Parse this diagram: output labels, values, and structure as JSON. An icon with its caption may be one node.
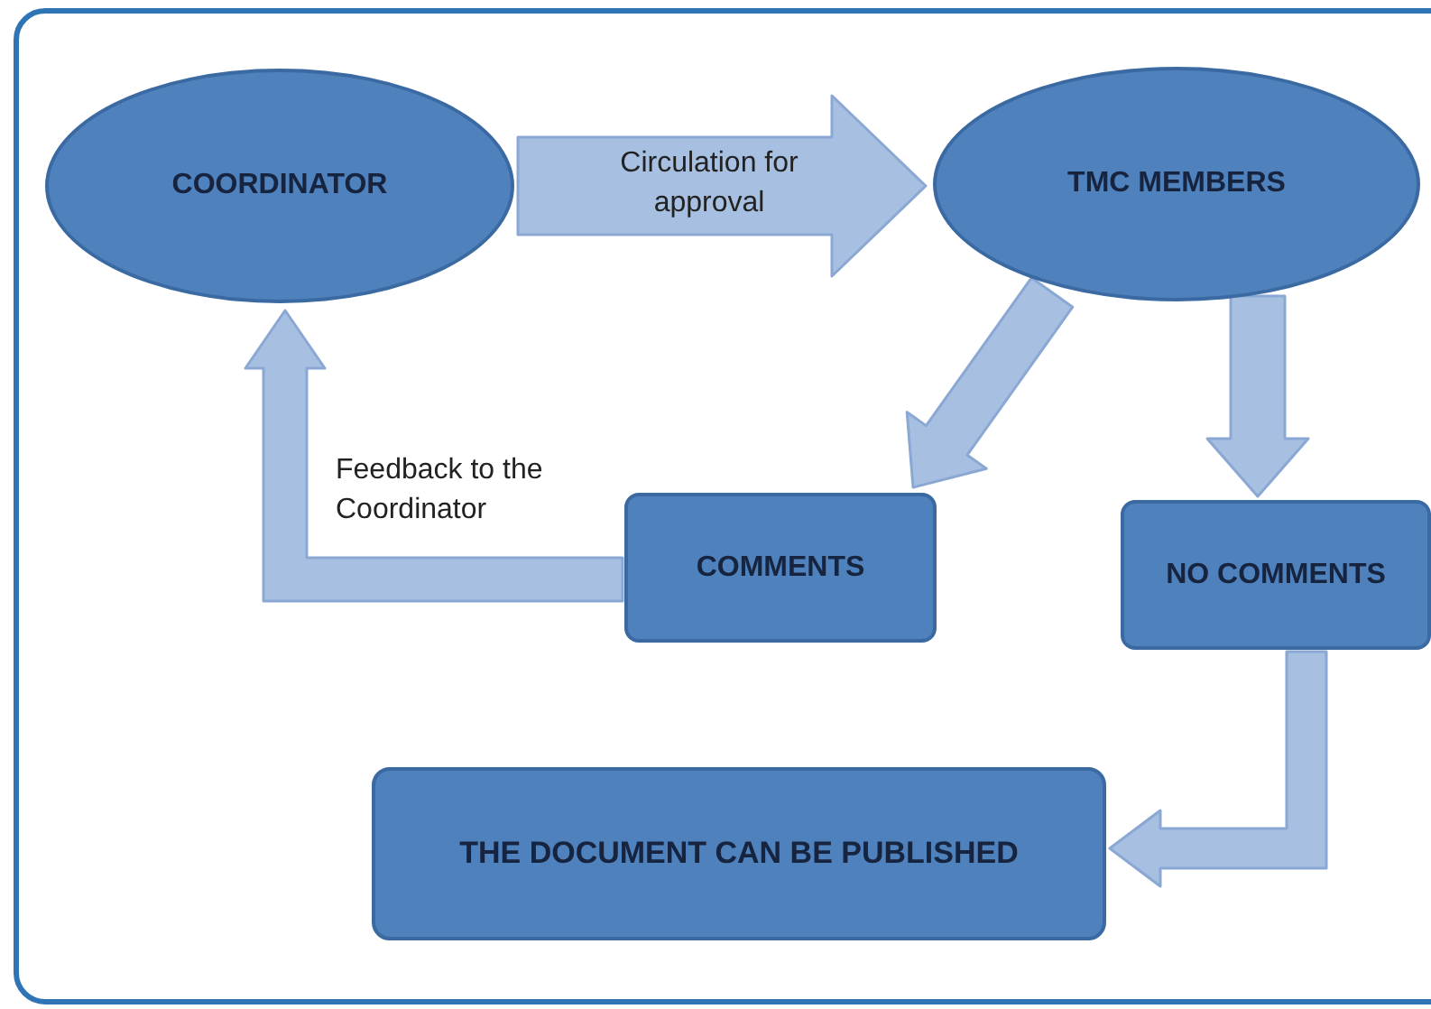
{
  "diagram": {
    "nodes": [
      {
        "text": [
          "COORDINATOR"
        ]
      },
      {
        "text": [
          "TMC MEMBERS"
        ]
      },
      {
        "text": [
          "COMMENTS"
        ]
      },
      {
        "text": [
          "NO COMMENTS"
        ]
      },
      {
        "text": [
          "THE DOCUMENT CAN BE PUBLISHED"
        ]
      }
    ],
    "edges": [
      {
        "from": 0,
        "to": 1,
        "arrow": "to",
        "label": "Circulation for approval"
      },
      {
        "from": 1,
        "to": 2,
        "arrow": "to"
      },
      {
        "from": 1,
        "to": 3,
        "arrow": "to"
      },
      {
        "from": 2,
        "to": 0,
        "arrow": "to",
        "label": "Feedback to the Coordinator"
      },
      {
        "from": 3,
        "to": 4,
        "arrow": "to"
      }
    ]
  }
}
